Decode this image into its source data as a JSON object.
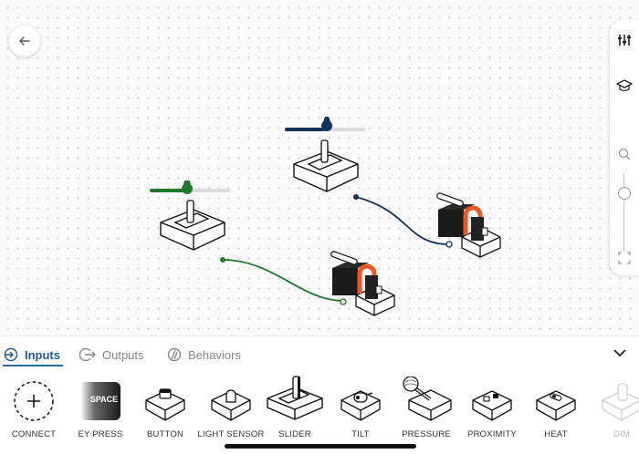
{
  "tabs": [
    {
      "label": "Inputs",
      "active": true
    },
    {
      "label": "Outputs",
      "active": false
    },
    {
      "label": "Behaviors",
      "active": false
    }
  ],
  "palette": [
    {
      "label": "CONNECT",
      "icon": "plus-dashed-circle-icon"
    },
    {
      "label": "EY PRESS",
      "icon": "key-space-icon",
      "key_text": "SPACE"
    },
    {
      "label": "BUTTON",
      "icon": "button-block-icon"
    },
    {
      "label": "LIGHT SENSOR",
      "icon": "light-sensor-block-icon"
    },
    {
      "label": "SLIDER",
      "icon": "slider-block-icon"
    },
    {
      "label": "TILT",
      "icon": "tilt-block-icon"
    },
    {
      "label": "PRESSURE",
      "icon": "pressure-block-icon"
    },
    {
      "label": "PROXIMITY",
      "icon": "proximity-block-icon"
    },
    {
      "label": "HEAT",
      "icon": "heat-block-icon"
    },
    {
      "label": "DIM",
      "icon": "dimmer-block-icon"
    }
  ],
  "sliders": [
    {
      "name": "navy-slider",
      "color": "#14325e",
      "level": 0.5
    },
    {
      "name": "green-slider",
      "color": "#1f7a2e",
      "level": 0.5
    }
  ],
  "colors": {
    "accent": "#1f6fb0",
    "navy_wire": "#14325e",
    "green_wire": "#1f7a2e",
    "servo_orange": "#f0561f"
  }
}
